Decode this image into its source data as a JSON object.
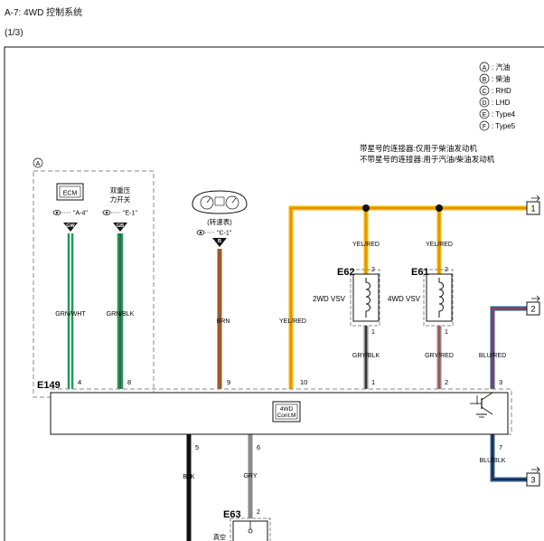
{
  "header": {
    "title": "A-7: 4WD 控制系统",
    "page_indicator": "(1/3)"
  },
  "legend": [
    {
      "mark": "A",
      "text": ": 汽油"
    },
    {
      "mark": "B",
      "text": ": 柴油"
    },
    {
      "mark": "C",
      "text": ": RHD"
    },
    {
      "mark": "D",
      "text": ": LHD"
    },
    {
      "mark": "E",
      "text": ": Type4"
    },
    {
      "mark": "F",
      "text": ": Type5"
    }
  ],
  "notes": [
    "带星号的连接器:仅用于柴油发动机",
    "不带星号的连接器:用于汽油/柴油发动机"
  ],
  "region_mark": "A",
  "ecm": {
    "label": "ECM",
    "ref": "\"A-4\"",
    "pin": "GW"
  },
  "dual_switch": {
    "label_line1": "双重压",
    "label_line2": "力开关",
    "ref": "\"E-1\"",
    "pin": "GB"
  },
  "speedometer": {
    "label": "(转速表)",
    "ref": "\"C-1\"",
    "pin": "B"
  },
  "wires": {
    "grn_wht": "GRN/WHT",
    "grn_blk": "GRN/BLK",
    "brn": "BRN",
    "yel_red_main": "YEL/RED",
    "yel_red_e62": "YEL/RED",
    "yel_red_e61": "YEL/RED",
    "gry_blk": "GRY/BLK",
    "gry_red": "GRY/RED",
    "blu_red": "BLU/RED",
    "blu_blk": "BLU/BLK",
    "blk": "BLK",
    "gry": "GRY"
  },
  "e62": {
    "id": "E62",
    "label": "2WD VSV",
    "pin_top": "2",
    "pin_bottom": "1"
  },
  "e61": {
    "id": "E61",
    "label": "4WD VSV",
    "pin_top": "2",
    "pin_bottom": "1"
  },
  "controller": {
    "id": "E149",
    "label_line1": "4WD",
    "label_line2": "Cont.M",
    "pins_top": [
      "4",
      "8",
      "9",
      "10",
      "1",
      "2",
      "3"
    ],
    "pins_bottom": [
      "5",
      "6",
      "7"
    ]
  },
  "e63": {
    "id": "E63",
    "pin": "2",
    "label": "真空"
  },
  "connectors": [
    "1",
    "2",
    "3"
  ],
  "colors": {
    "green": "#1f9a57",
    "brown": "#9a5b2a",
    "yellow": "#f2b600",
    "yellow_core": "#e07a00",
    "blue": "#2f5c9a",
    "gray": "#8a8a8a",
    "red": "#c0392b",
    "black": "#111111"
  }
}
